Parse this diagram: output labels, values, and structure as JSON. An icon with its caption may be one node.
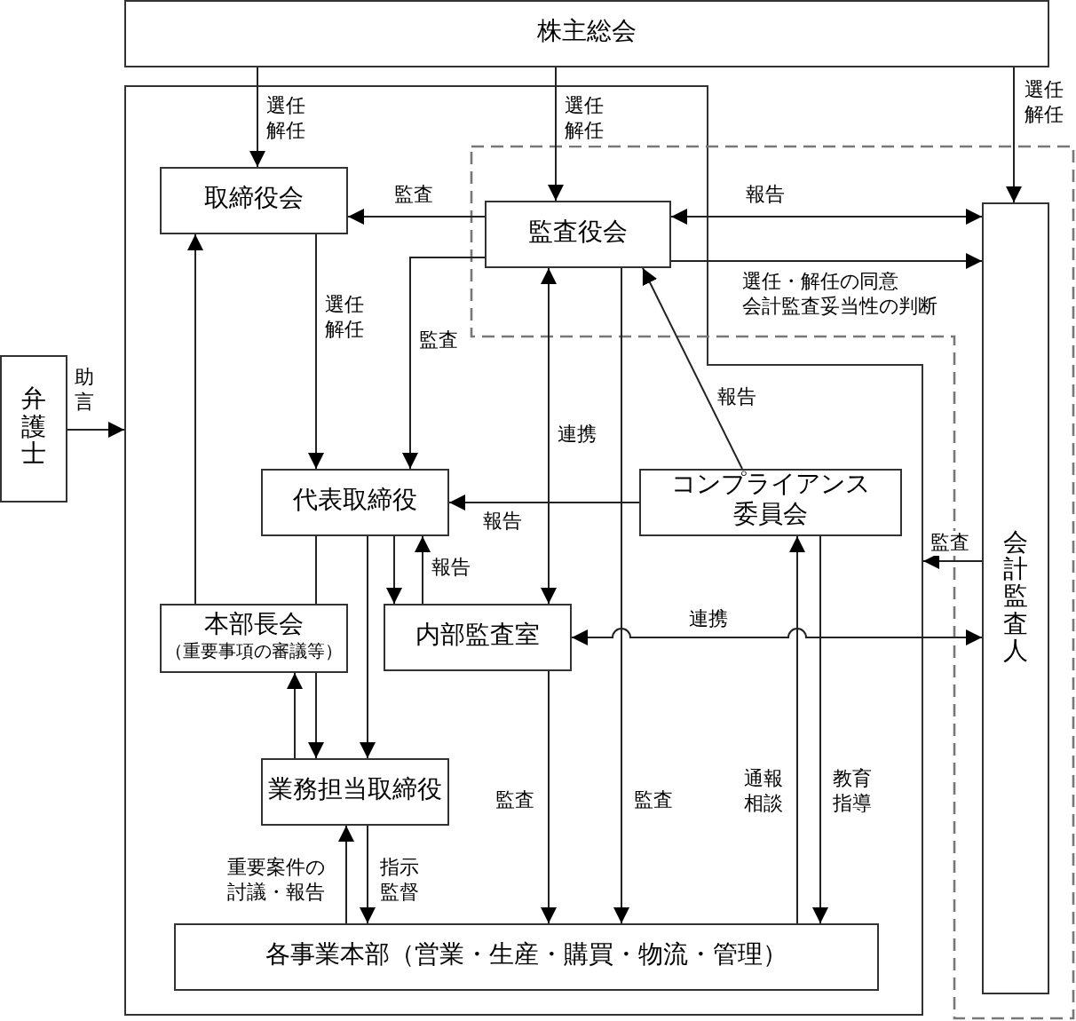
{
  "diagram": {
    "nodes": [
      {
        "text": [
          "株主総会"
        ]
      },
      {
        "text": [],
        "shape": "box"
      },
      {
        "text": [],
        "shape": "box"
      },
      {
        "text": [
          "取締役会"
        ],
        "in": 1
      },
      {
        "text": [
          "監査役会"
        ]
      },
      {
        "text": [
          "会計監査人"
        ],
        "in": 2
      },
      {
        "text": [
          "弁護士"
        ]
      },
      {
        "text": [
          "代表取締役"
        ],
        "in": 1
      },
      {
        "text": [
          "コンプライアンス委員会"
        ],
        "in": 1
      },
      {
        "text": [
          "本部長会",
          "（重要事項の審議等）"
        ],
        "in": 1
      },
      {
        "text": [
          "内部監査室"
        ],
        "in": 1
      },
      {
        "text": [
          "業務担当取締役"
        ],
        "in": 1
      },
      {
        "text": [
          "各事業本部（営業・生産・購買・物流・管理）"
        ],
        "in": 1
      }
    ],
    "edges": [
      {
        "from": 0,
        "to": 3,
        "arrow": "to",
        "label": "選任解任"
      },
      {
        "from": 0,
        "to": 4,
        "arrow": "to",
        "label": "選任解任"
      },
      {
        "from": 0,
        "to": 5,
        "arrow": "to",
        "label": "選任解任"
      },
      {
        "from": 4,
        "to": 3,
        "arrow": "to",
        "label": "監査"
      },
      {
        "from": 4,
        "to": 5,
        "arrow": "both",
        "label": "報告"
      },
      {
        "from": 4,
        "to": 5,
        "arrow": "to",
        "label": "選任・解任の同意会計監査妥当性の判断"
      },
      {
        "from": 3,
        "to": 7,
        "arrow": "to",
        "label": "選任解任"
      },
      {
        "from": 4,
        "to": 7,
        "arrow": "to",
        "label": "監査"
      },
      {
        "from": 4,
        "to": 10,
        "arrow": "both",
        "label": "連携"
      },
      {
        "from": 8,
        "to": 4,
        "arrow": "to",
        "label": "報告"
      },
      {
        "from": 8,
        "to": 7,
        "arrow": "to",
        "label": "報告"
      },
      {
        "from": 7,
        "to": 10,
        "arrow": "to"
      },
      {
        "from": 10,
        "to": 7,
        "arrow": "to",
        "label": "報告"
      },
      {
        "from": 9,
        "to": 3,
        "arrow": "to"
      },
      {
        "from": 7,
        "to": 9,
        "arrow": "none"
      },
      {
        "from": 9,
        "to": 11,
        "arrow": "to"
      },
      {
        "from": 11,
        "to": 9,
        "arrow": "to"
      },
      {
        "from": 7,
        "to": 11,
        "arrow": "to"
      },
      {
        "from": 11,
        "to": 12,
        "arrow": "to",
        "label": "指示監督"
      },
      {
        "from": 12,
        "to": 11,
        "arrow": "to",
        "label": "重要案件の討議・報告"
      },
      {
        "from": 10,
        "to": 12,
        "arrow": "to",
        "label": "監査"
      },
      {
        "from": 4,
        "to": 12,
        "arrow": "to",
        "label": "監査"
      },
      {
        "from": 12,
        "to": 8,
        "arrow": "to",
        "label": "通報相談"
      },
      {
        "from": 8,
        "to": 12,
        "arrow": "to",
        "label": "教育指導"
      },
      {
        "from": 10,
        "to": 5,
        "arrow": "both",
        "label": "連携"
      },
      {
        "from": 5,
        "to": 1,
        "arrow": "to",
        "label": "監査"
      },
      {
        "from": 6,
        "to": 1,
        "arrow": "to",
        "label": "助言"
      }
    ]
  }
}
